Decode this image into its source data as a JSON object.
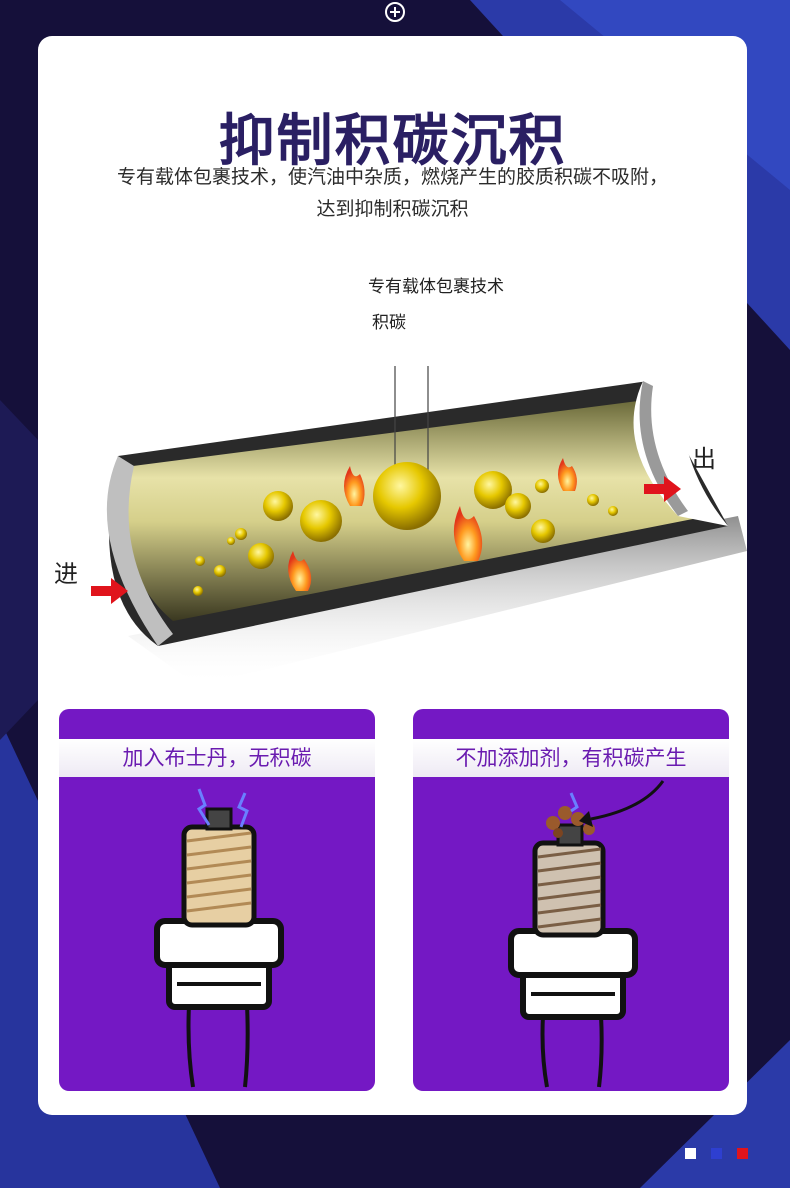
{
  "header": {
    "title": "抑制积碳沉积",
    "subtitle_line1": "专有载体包裹技术，使汽油中杂质，燃烧产生的胶质积碳不吸附，",
    "subtitle_line2": "达到抑制积碳沉积"
  },
  "diagram": {
    "label_tech": "专有载体包裹技术",
    "label_carbon": "积碳",
    "label_in": "进",
    "label_out": "出"
  },
  "panels": [
    {
      "title": "加入布士丹，无积碳"
    },
    {
      "title": "不加添加剂，有积碳产生"
    }
  ],
  "colors": {
    "title": "#2a1f63",
    "panel": "#7418c4",
    "arrow": "#e0141c",
    "accent_blue": "#2e3fb0"
  },
  "icons": {
    "top": "plus-circle-icon",
    "flame": "flame-icon",
    "arrow": "arrow-right-icon"
  }
}
